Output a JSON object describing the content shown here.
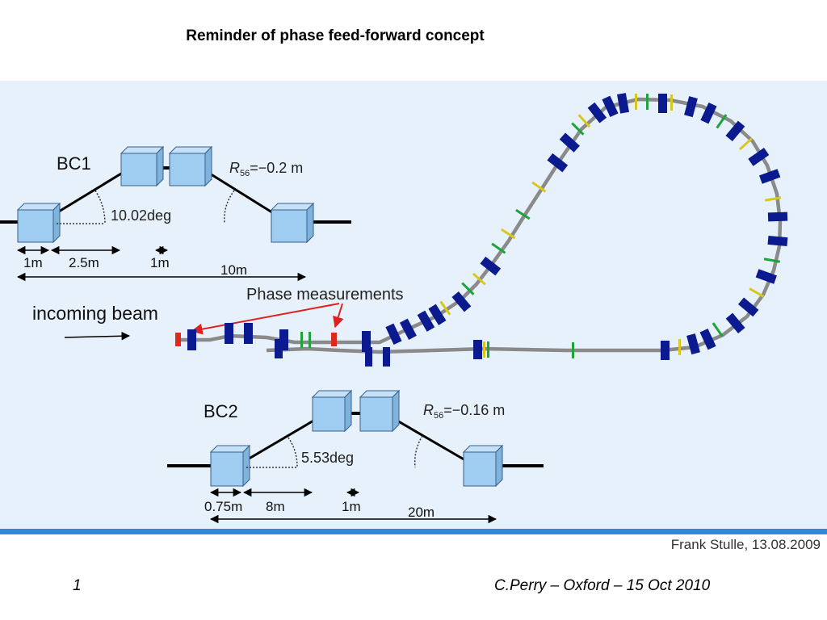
{
  "title": "Reminder of phase feed-forward concept",
  "colors": {
    "panel_bg": "#e7f1fb",
    "panel_bar": "#2c8be0",
    "magnet_blue": "#0b1a8f",
    "magnet_green": "#1fa33a",
    "magnet_yellow": "#d8c81c",
    "phase_monitor_red": "#d92b1a",
    "chicane_box": "#9fcdf2"
  },
  "bc1": {
    "label": "BC1",
    "r56_symbol": "R",
    "r56_sub": "56",
    "r56_value": "=−0.2  m",
    "angle": "10.02deg",
    "dim_1": "1m",
    "dim_2": "2.5m",
    "dim_3": "1m",
    "dim_total": "10m"
  },
  "bc2": {
    "label": "BC2",
    "r56_symbol": "R",
    "r56_sub": "56",
    "r56_value": "=−0.16  m",
    "angle": "5.53deg",
    "dim_1": "0.75m",
    "dim_2": "8m",
    "dim_3": "1m",
    "dim_total": "20m"
  },
  "beamline": {
    "phase_label": "Phase measurements",
    "incoming_label": "incoming beam"
  },
  "image_credit": "Frank Stulle, 13.08.2009",
  "footer": {
    "page_number": "1",
    "credit": "C.Perry – Oxford – 15 Oct 2010"
  }
}
